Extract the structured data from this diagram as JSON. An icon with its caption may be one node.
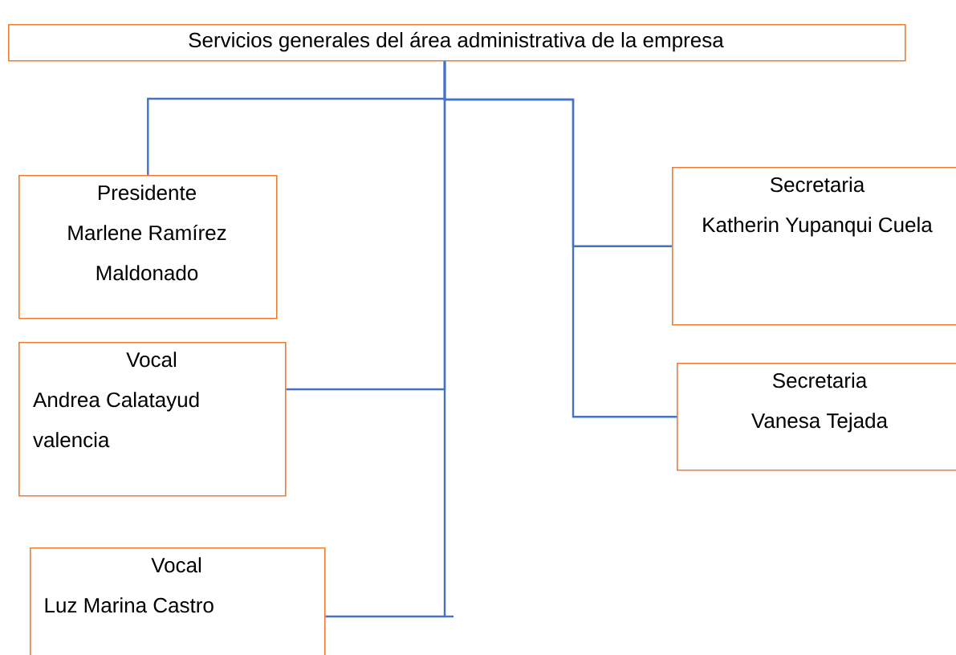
{
  "diagram": {
    "nodes": [
      {
        "text": [
          "Servicios generales del área administrativa de la empresa"
        ]
      },
      {
        "text": [
          "Presidente",
          "Marlene Ramírez Maldonado"
        ]
      },
      {
        "text": [
          "Vocal",
          "Andrea Calatayud valencia"
        ]
      },
      {
        "text": [
          "Vocal",
          "Luz Marina Castro"
        ]
      },
      {
        "text": [
          "Secretaria",
          "Katherin Yupanqui Cuela"
        ]
      },
      {
        "text": [
          "Secretaria",
          "Vanesa Tejada"
        ]
      }
    ],
    "edges": [
      {
        "from": 0,
        "to": 1,
        "arrow": "none"
      },
      {
        "from": 0,
        "to": 2,
        "arrow": "none"
      },
      {
        "from": 0,
        "to": 3,
        "arrow": "none"
      },
      {
        "from": 0,
        "to": 4,
        "arrow": "none"
      },
      {
        "from": 0,
        "to": 5,
        "arrow": "none"
      }
    ]
  }
}
